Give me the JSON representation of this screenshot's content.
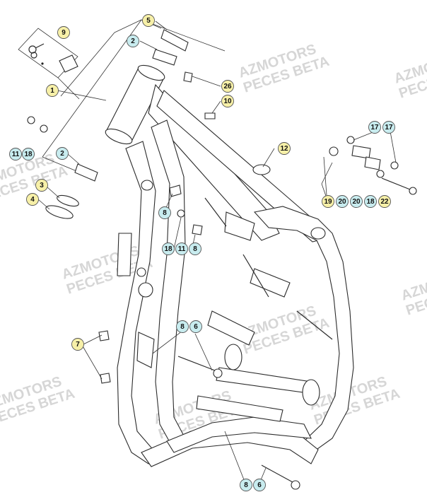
{
  "watermark": {
    "line1": "AZMOTORS",
    "line2": "PECES BETA"
  },
  "colors": {
    "yellow_label": "#f7f0a8",
    "cyan_label": "#c8ecef",
    "label_border": "#555555",
    "line": "#2b2b2b"
  },
  "labels": [
    {
      "id": "l9",
      "text": "9",
      "color": "yellow"
    },
    {
      "id": "l5",
      "text": "5",
      "color": "yellow"
    },
    {
      "id": "l2a",
      "text": "2",
      "color": "cyan"
    },
    {
      "id": "l1",
      "text": "1",
      "color": "yellow"
    },
    {
      "id": "l26",
      "text": "26",
      "color": "yellow"
    },
    {
      "id": "l10",
      "text": "10",
      "color": "yellow"
    },
    {
      "id": "l11a",
      "text": "11",
      "color": "cyan"
    },
    {
      "id": "l18a",
      "text": "18",
      "color": "cyan"
    },
    {
      "id": "l2b",
      "text": "2",
      "color": "cyan"
    },
    {
      "id": "l12",
      "text": "12",
      "color": "yellow"
    },
    {
      "id": "l17a",
      "text": "17",
      "color": "cyan"
    },
    {
      "id": "l17b",
      "text": "17",
      "color": "cyan"
    },
    {
      "id": "l3",
      "text": "3",
      "color": "yellow"
    },
    {
      "id": "l4",
      "text": "4",
      "color": "yellow"
    },
    {
      "id": "l8a",
      "text": "8",
      "color": "cyan"
    },
    {
      "id": "l19",
      "text": "19",
      "color": "yellow"
    },
    {
      "id": "l20a",
      "text": "20",
      "color": "cyan"
    },
    {
      "id": "l20b",
      "text": "20",
      "color": "cyan"
    },
    {
      "id": "l18b",
      "text": "18",
      "color": "cyan"
    },
    {
      "id": "l22",
      "text": "22",
      "color": "yellow"
    },
    {
      "id": "l18c",
      "text": "18",
      "color": "cyan"
    },
    {
      "id": "l11b",
      "text": "11",
      "color": "cyan"
    },
    {
      "id": "l8b",
      "text": "8",
      "color": "cyan"
    },
    {
      "id": "l8c",
      "text": "8",
      "color": "cyan"
    },
    {
      "id": "l6a",
      "text": "6",
      "color": "cyan"
    },
    {
      "id": "l7",
      "text": "7",
      "color": "yellow"
    },
    {
      "id": "l8d",
      "text": "8",
      "color": "cyan"
    },
    {
      "id": "l6b",
      "text": "6",
      "color": "cyan"
    }
  ]
}
